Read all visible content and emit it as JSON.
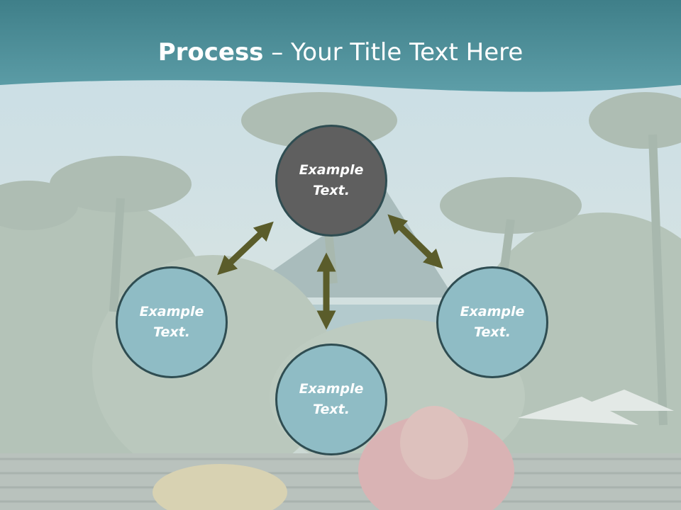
{
  "title": {
    "bold": "Process",
    "rest": " – Your Title Text Here"
  },
  "nodes": [
    {
      "label": "Example Text."
    },
    {
      "label": "Example Text."
    },
    {
      "label": "Example Text."
    },
    {
      "label": "Example Text."
    }
  ],
  "colors": {
    "header": "#4e8f99",
    "center_node": "#5f5f5f",
    "outer_node": "#8fbcc5",
    "arrow": "#5a5c2a"
  }
}
